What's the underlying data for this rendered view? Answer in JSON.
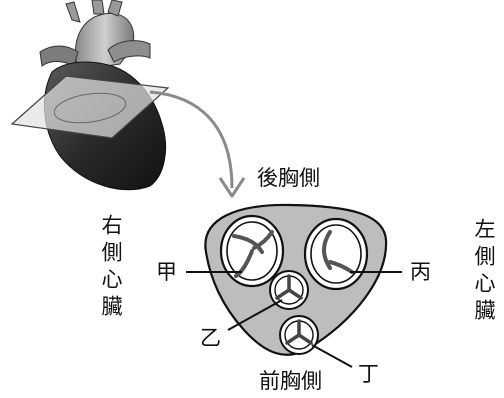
{
  "orientation": {
    "top": "後胸側",
    "bottom": "前胸側",
    "left": "右側心臟",
    "right": "左側心臟"
  },
  "structures": {
    "jia": "甲",
    "yi": "乙",
    "bing": "丙",
    "ding": "丁"
  },
  "colors": {
    "heart_dark": "#2a2a2a",
    "plane_fill": "#d9d9d9",
    "section_fill": "#bdbdbd",
    "outline": "#111111",
    "valve_fill": "#ffffff"
  }
}
